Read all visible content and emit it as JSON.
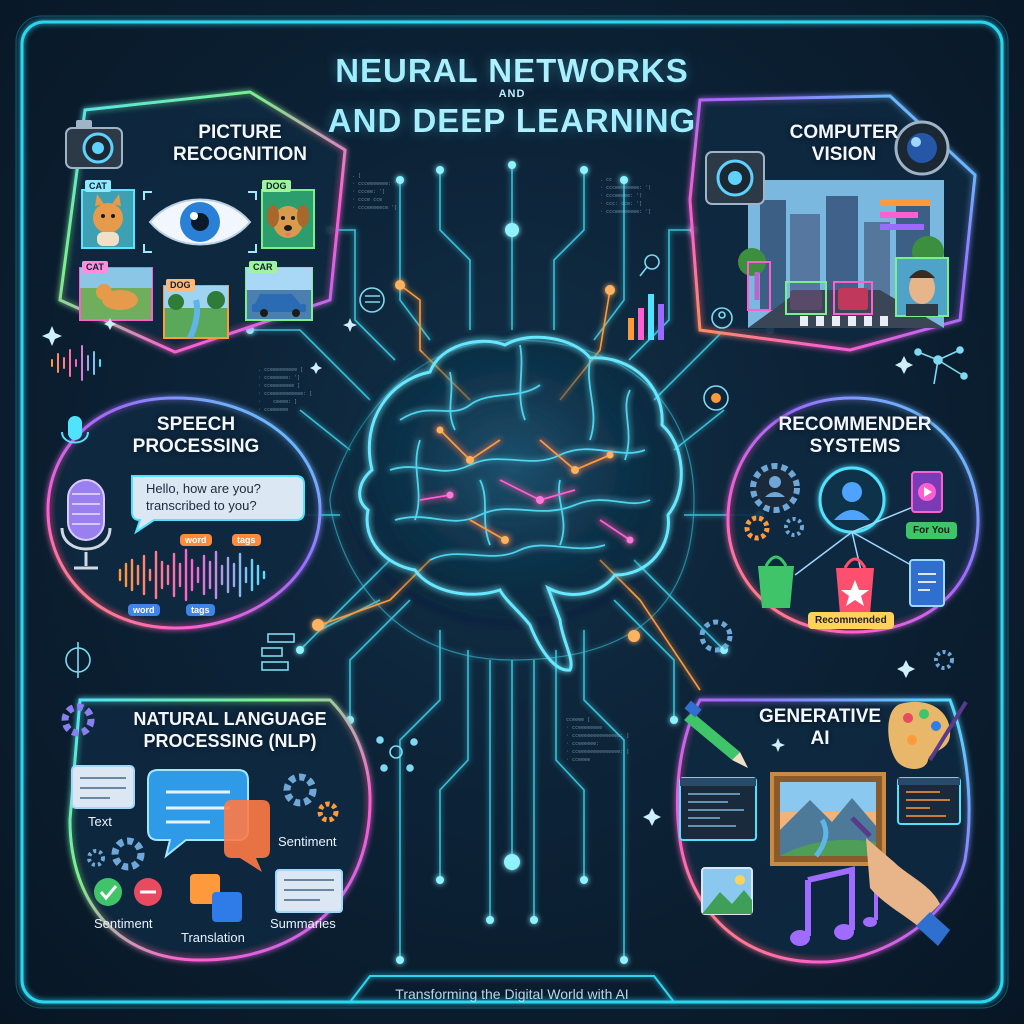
{
  "title": {
    "line1": "NEURAL NETWORKS",
    "line2": "AND",
    "line3": "AND DEEP LEARNING"
  },
  "footer": "Transforming the Digital World with AI",
  "sections": {
    "picture_recognition": {
      "title": "PICTURE\nRECOGNITION",
      "tags": [
        "CAT",
        "DOG",
        "CAT",
        "DOG",
        "CAR"
      ]
    },
    "computer_vision": {
      "title": "COMPUTER\nVISION"
    },
    "speech_processing": {
      "title": "SPEECH\nPROCESSING",
      "bubble_line1": "Hello, how are you?",
      "bubble_line2": "transcribed to you?",
      "tags": [
        "word",
        "tags",
        "word",
        "tags"
      ]
    },
    "recommender_systems": {
      "title": "RECOMMENDER\nSYSTEMS",
      "for_you": "For You",
      "recommended": "Recommended"
    },
    "nlp": {
      "title": "NATURAL LANGUAGE\nPROCESSING (NLP)",
      "labels": [
        "Text",
        "Sentiment",
        "Sentiment",
        "Translation",
        "Summaries"
      ]
    },
    "generative_ai": {
      "title": "GENERATIVE\nAI"
    }
  },
  "colors": {
    "cyan": "#4fe3ff",
    "green": "#7bf08a",
    "magenta": "#ff5fd0",
    "orange": "#ff9a3c",
    "purple": "#9b6bff"
  },
  "icons": [
    "camera-icon",
    "eye-icon",
    "microphone-icon",
    "gear-icon",
    "brain-icon",
    "palette-icon",
    "pen-icon",
    "music-note-icon",
    "shopping-bag-icon",
    "book-icon",
    "play-icon",
    "user-icon",
    "chat-icon",
    "check-icon",
    "translate-icon",
    "search-icon"
  ]
}
